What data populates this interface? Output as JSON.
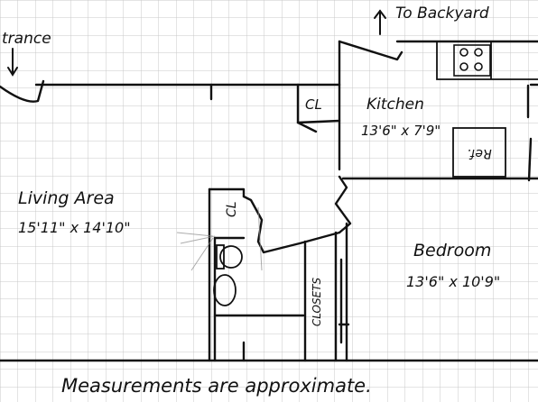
{
  "labels": {
    "entrance": "trance",
    "backyard": "To Backyard",
    "kitchen": "Kitchen",
    "kitchen_dims": "13'6\" x 7'9\"",
    "closet_cl_1": "CL",
    "closet_cl_2": "CL",
    "fridge": "Ref.",
    "living_area": "Living Area",
    "living_dims": "15'11\" x 14'10\"",
    "bedroom": "Bedroom",
    "bedroom_dims": "13'6\" x 10'9\"",
    "closets": "CLOSETS",
    "footer_note": "Measurements are approximate."
  },
  "colors": {
    "ink": "#111111",
    "grid": "#c9c9c9",
    "paper": "#ffffff"
  }
}
